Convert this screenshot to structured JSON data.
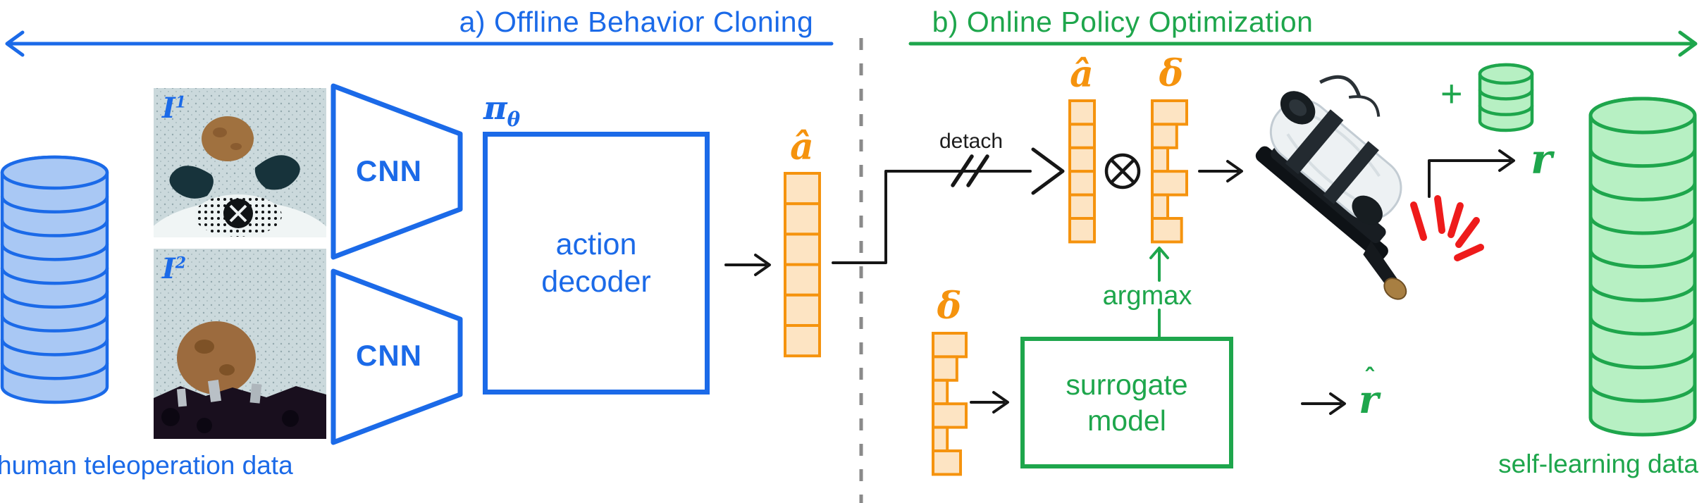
{
  "titles": {
    "offline": "a) Offline Behavior Cloning",
    "online": "b) Online Policy Optimization"
  },
  "labels": {
    "camera1": {
      "base": "I",
      "sup": "1"
    },
    "camera2": {
      "base": "I",
      "sup": "2"
    },
    "cnn1": "CNN",
    "cnn2": "CNN",
    "policy": {
      "base": "π",
      "sub": "θ"
    },
    "action_decoder": {
      "line1": "action",
      "line2": "decoder"
    },
    "a_hat_offline": "â",
    "detach": "detach",
    "a_hat_online": "â",
    "delta_online": "δ",
    "argmax": "argmax",
    "delta_input": "δ",
    "surrogate": {
      "line1": "surrogate",
      "line2": "model"
    },
    "r_hat_base": "r",
    "r_hat_accent": "ˆ",
    "reward": "r",
    "plus": "+",
    "dataset_left": "human teleoperation data",
    "dataset_right": "self-learning data"
  },
  "colors": {
    "blue": "#1B6AE8",
    "blue_fill": "#A9C8F4",
    "orange": "#F5930E",
    "orange_fill": "#FDE4C3",
    "green": "#1EA64C",
    "green_fill": "#B7F0C3",
    "black": "#161616",
    "gray": "#8A8A8A",
    "red": "#EE1B1B"
  },
  "stacks": {
    "a_offline": {
      "cells": [
        1,
        1,
        1,
        1,
        1,
        1
      ]
    },
    "a_online": {
      "cells": [
        1,
        1,
        1,
        1,
        1,
        1
      ]
    },
    "delta_online": {
      "cells": [
        1,
        0.71,
        0.45,
        1,
        0.45,
        0.85
      ]
    },
    "delta_input": {
      "cells": [
        1,
        0.72,
        0.43,
        1,
        0.43,
        0.83
      ]
    }
  },
  "cylinders": {
    "human_data": {
      "segments": 8
    },
    "self_data": {
      "segments": 8
    },
    "new_data": {
      "segments": 2
    }
  }
}
